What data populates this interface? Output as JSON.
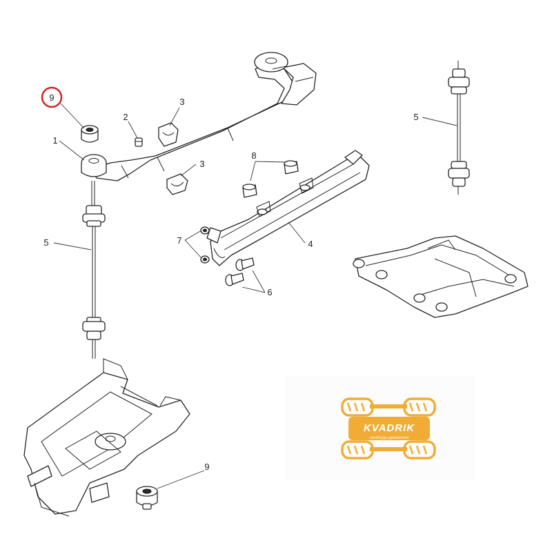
{
  "callouts": {
    "c1": "1",
    "c2": "2",
    "c3a": "3",
    "c3b": "3",
    "c4": "4",
    "c5_left": "5",
    "c5_right": "5",
    "c6": "6",
    "c7": "7",
    "c8": "8",
    "c9_top": "9",
    "c9_bottom": "9"
  },
  "highlight_color": "#d42020",
  "watermark": {
    "brand": "KVADRIK",
    "slogan": "свобода движения",
    "color": "#f0a82a",
    "icon": "atv-tires-logo"
  }
}
